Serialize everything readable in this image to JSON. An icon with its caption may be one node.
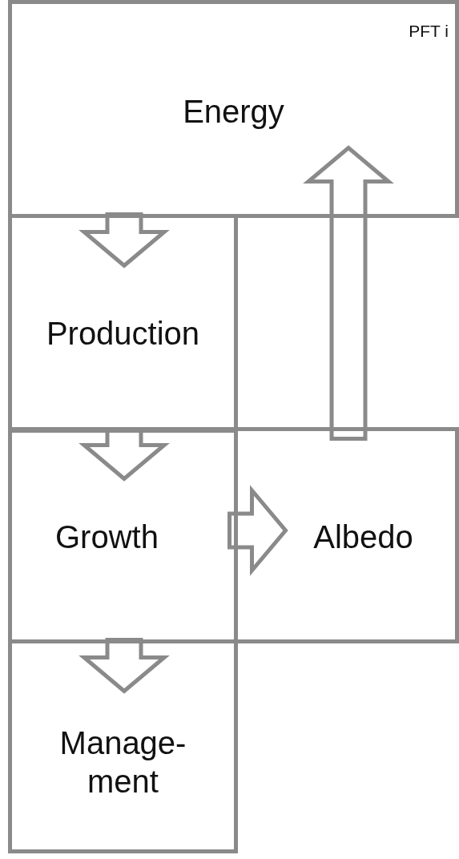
{
  "diagram": {
    "nodes": [
      {
        "text": [
          "Energy"
        ]
      },
      {
        "text": [
          "Production"
        ]
      },
      {
        "text": [
          "Growth"
        ]
      },
      {
        "text": [
          "Albedo"
        ]
      },
      {
        "text": [
          "Manage- ment"
        ]
      }
    ],
    "edges": [
      {
        "from": 0,
        "to": 1,
        "arrow": "to"
      },
      {
        "from": 1,
        "to": 2,
        "arrow": "to"
      },
      {
        "from": 2,
        "to": 3,
        "arrow": "to"
      },
      {
        "from": 2,
        "to": 4,
        "arrow": "to"
      },
      {
        "from": 3,
        "to": 0,
        "arrow": "to"
      }
    ],
    "labels": [
      "PFT i"
    ]
  }
}
